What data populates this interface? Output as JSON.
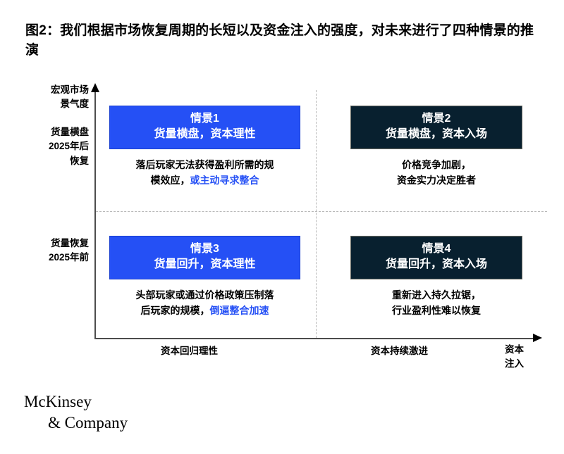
{
  "title": "图2：我们根据市场恢复周期的长短以及资金注入的强度，对未来进行了四种情景的推演",
  "axes": {
    "y_title": "宏观市场\n景气度",
    "y_title_line1": "宏观市场",
    "y_title_line2": "景气度",
    "y_ticks": [
      {
        "line1": "货量横盘",
        "line2": "2025年后",
        "line3": "恢复"
      },
      {
        "line1": "货量恢复",
        "line2": "2025年前"
      }
    ],
    "x_ticks": [
      "资本回归理性",
      "资本持续激进"
    ],
    "x_title_line1": "资本",
    "x_title_line2": "注入"
  },
  "quadrants": [
    {
      "id": "scenario-1",
      "header_style": "blue",
      "title": "情景1",
      "subtitle": "货量横盘，资本理性",
      "body_lines": [
        "落后玩家无法获得盈利所需的规",
        "模效应，"
      ],
      "body_plain": "落后玩家无法获得盈利所需的规模效应，",
      "body_highlight": "或主动寻求整合"
    },
    {
      "id": "scenario-2",
      "header_style": "navy",
      "title": "情景2",
      "subtitle": "货量横盘，资本入场",
      "body_lines": [
        "价格竞争加剧，",
        "资金实力决定胜者"
      ],
      "body_plain": "价格竞争加剧，资金实力决定胜者",
      "body_highlight": ""
    },
    {
      "id": "scenario-3",
      "header_style": "blue",
      "title": "情景3",
      "subtitle": "货量回升，资本理性",
      "body_lines": [
        "头部玩家或通过价格政策压制落",
        "后玩家的规模，"
      ],
      "body_plain": "头部玩家或通过价格政策压制落后玩家的规模，",
      "body_highlight": "倒逼整合加速"
    },
    {
      "id": "scenario-4",
      "header_style": "navy",
      "title": "情景4",
      "subtitle": "货量回升，资本入场",
      "body_lines": [
        "重新进入持久拉锯，",
        "行业盈利性难以恢复"
      ],
      "body_plain": "重新进入持久拉锯，行业盈利性难以恢复",
      "body_highlight": ""
    }
  ],
  "logo": {
    "line1": "McKinsey",
    "line2": "& Company"
  },
  "colors": {
    "accent_blue": "#2550f5",
    "dark_navy": "#08202f",
    "axis_gray": "#4d4d4d",
    "divider_gray": "#b9b9b9",
    "background": "#ffffff"
  },
  "chart_data": {
    "type": "table",
    "title": "图2：我们根据市场恢复周期的长短以及资金注入的强度，对未来进行了四种情景的推演",
    "xlabel": "资本注入",
    "ylabel": "宏观市场景气度",
    "x_categories": [
      "资本回归理性",
      "资本持续激进"
    ],
    "y_categories": [
      "货量横盘 2025年后恢复",
      "货量恢复 2025年前"
    ],
    "grid": true,
    "legend": "none",
    "cells": [
      {
        "x": "资本回归理性",
        "y": "货量横盘 2025年后恢复",
        "label": "情景1",
        "value": "货量横盘，资本理性",
        "note": "落后玩家无法获得盈利所需的规模效应，或主动寻求整合"
      },
      {
        "x": "资本持续激进",
        "y": "货量横盘 2025年后恢复",
        "label": "情景2",
        "value": "货量横盘，资本入场",
        "note": "价格竞争加剧，资金实力决定胜者"
      },
      {
        "x": "资本回归理性",
        "y": "货量恢复 2025年前",
        "label": "情景3",
        "value": "货量回升，资本理性",
        "note": "头部玩家或通过价格政策压制落后玩家的规模，倒逼整合加速"
      },
      {
        "x": "资本持续激进",
        "y": "货量恢复 2025年前",
        "label": "情景4",
        "value": "货量回升，资本入场",
        "note": "重新进入持久拉锯，行业盈利性难以恢复"
      }
    ]
  }
}
